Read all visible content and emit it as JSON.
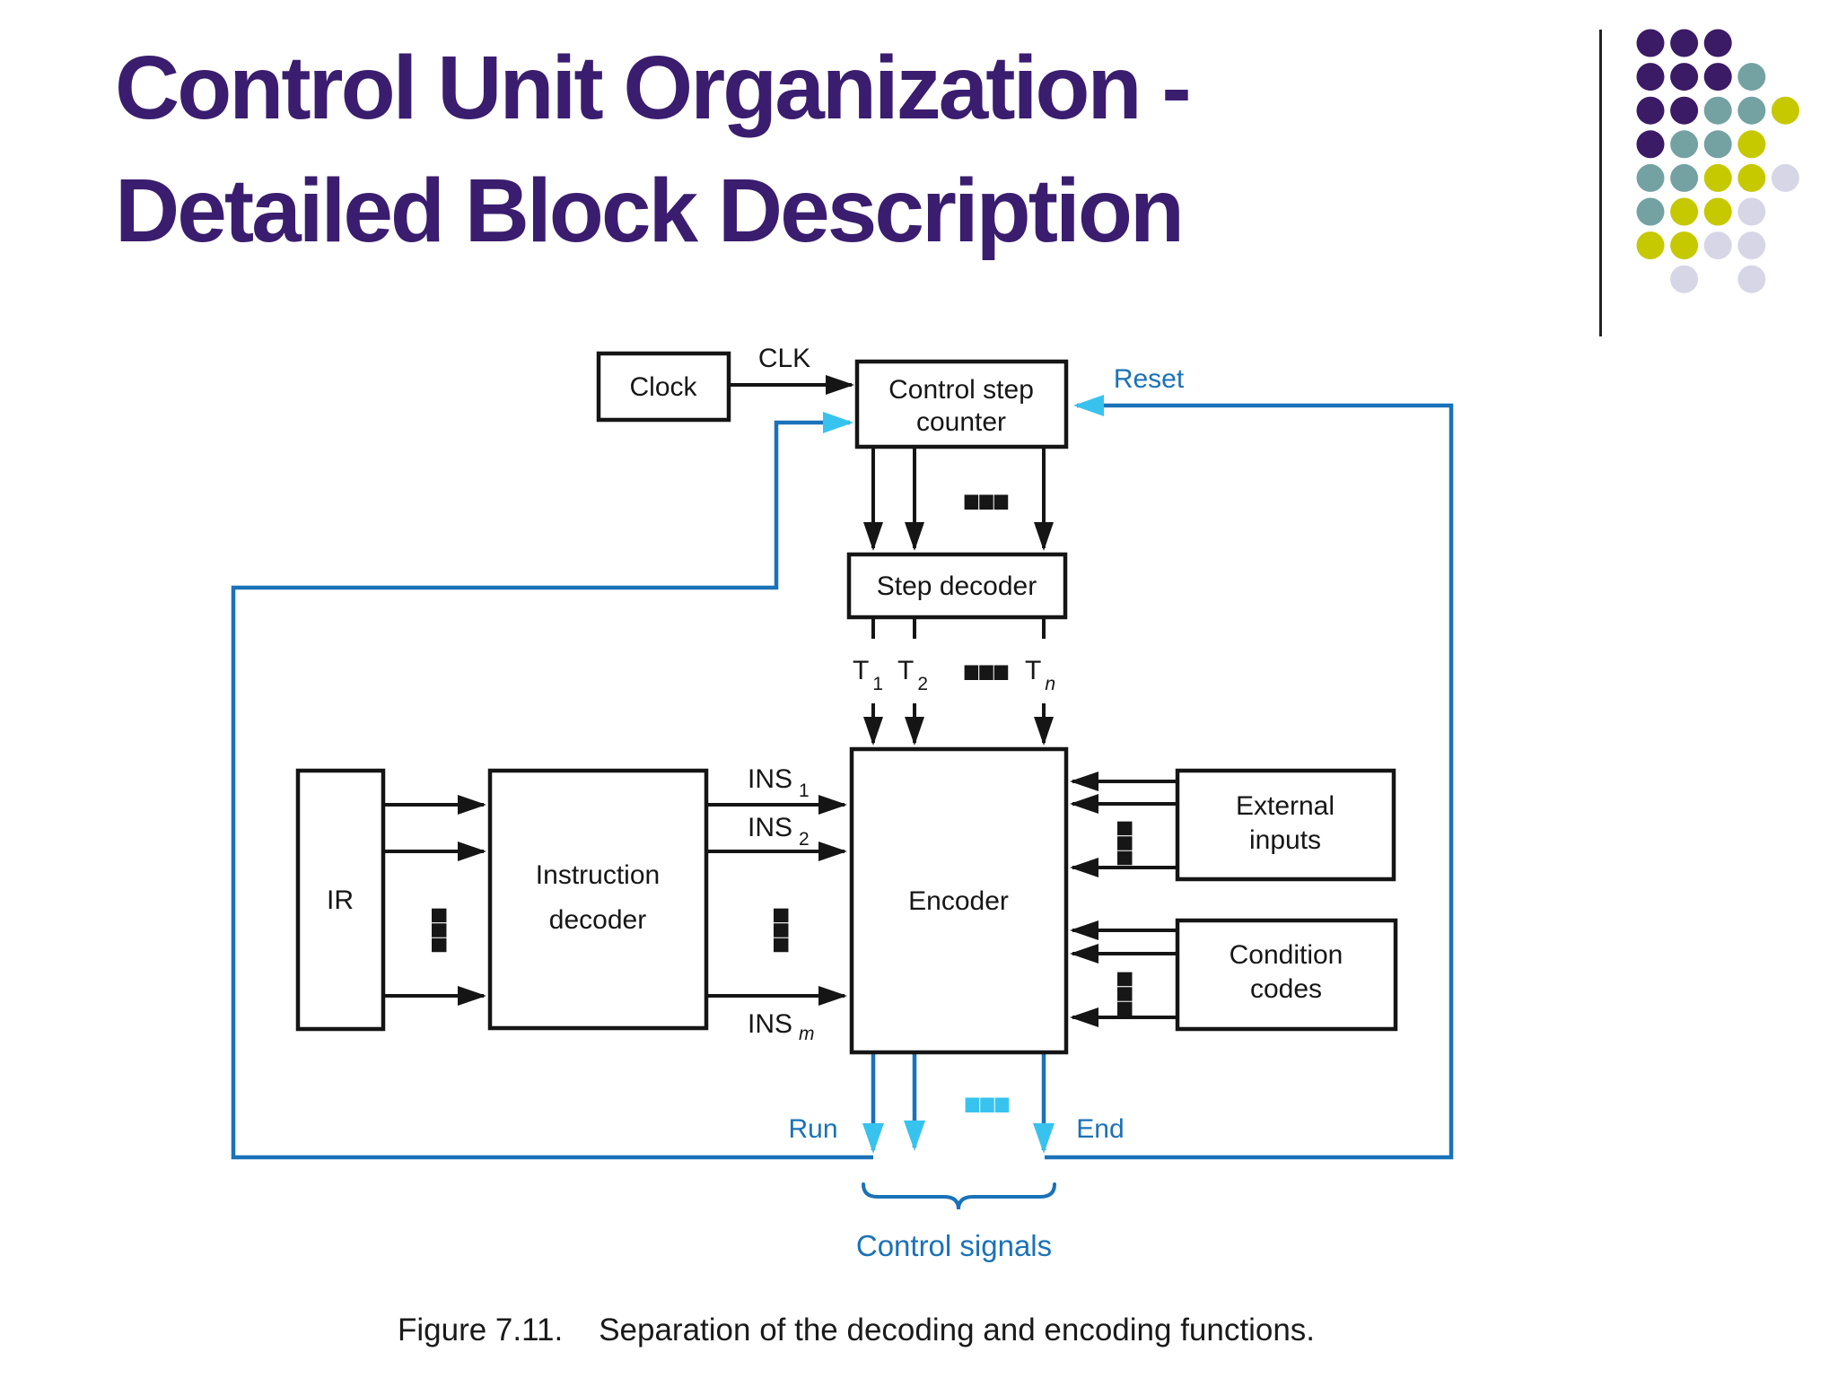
{
  "title": {
    "line1": "Control Unit Organization -",
    "line2": "Detailed Block Description"
  },
  "colors": {
    "title_purple": "#3a1d6e",
    "blue": "#1a72b8",
    "cyan": "#38c3ef",
    "dot_purple": "#3b1a66",
    "dot_teal": "#74a2a2",
    "dot_yellow": "#c6c800",
    "dot_lavender": "#d6d6e6"
  },
  "decoration": {
    "dot_rows": [
      [
        "p",
        "p",
        "p",
        null,
        null
      ],
      [
        "p",
        "p",
        "p",
        "t",
        null
      ],
      [
        "p",
        "p",
        "t",
        "t",
        "y"
      ],
      [
        "p",
        "t",
        "t",
        "y",
        null
      ],
      [
        "t",
        "t",
        "y",
        "y",
        "l"
      ],
      [
        "t",
        "y",
        "y",
        "l",
        null
      ],
      [
        "y",
        "y",
        "l",
        "l",
        null
      ],
      [
        null,
        "l",
        null,
        "l",
        null
      ]
    ]
  },
  "diagram": {
    "clock": "Clock",
    "clk": "CLK",
    "control_step_counter": {
      "line1": "Control step",
      "line2": "counter"
    },
    "reset": "Reset",
    "step_decoder": "Step decoder",
    "t_labels": [
      {
        "base": "T",
        "sub": "1"
      },
      {
        "base": "T",
        "sub": "2"
      },
      {
        "base": "T",
        "sub": "n"
      }
    ],
    "ir": "IR",
    "instruction_decoder": {
      "line1": "Instruction",
      "line2": "decoder"
    },
    "ins_labels": [
      {
        "base": "INS",
        "sub": "1"
      },
      {
        "base": "INS",
        "sub": "2"
      },
      {
        "base": "INS",
        "sub": "m"
      }
    ],
    "encoder": "Encoder",
    "external_inputs": {
      "line1": "External",
      "line2": "inputs"
    },
    "condition_codes": {
      "line1": "Condition",
      "line2": "codes"
    },
    "run": "Run",
    "end": "End",
    "control_signals": "Control signals",
    "ellipsis": "..."
  },
  "caption": {
    "figure_label": "Figure 7.11.",
    "text": "Separation of the decoding and encoding functions."
  }
}
